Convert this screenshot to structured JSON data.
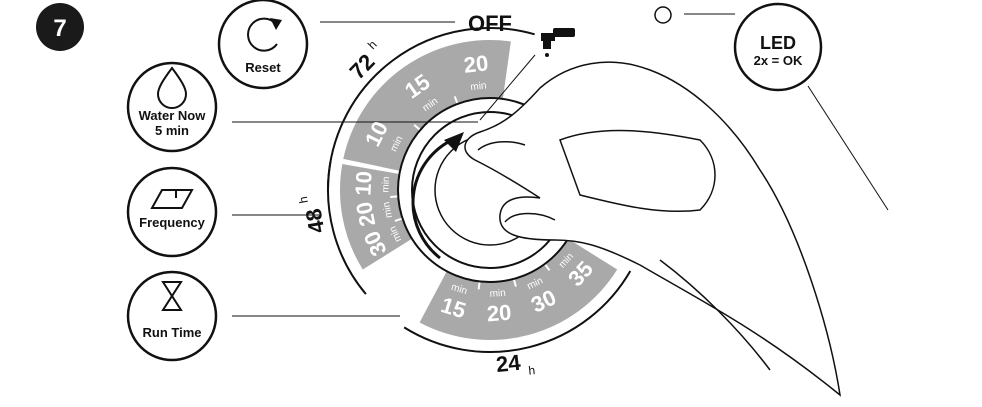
{
  "step": {
    "number": "7"
  },
  "labels": {
    "off": "OFF",
    "led_title": "LED",
    "led_sub": "2x = OK",
    "reset": "Reset",
    "water_now_title": "Water Now",
    "water_now_sub": "5 min",
    "frequency": "Frequency",
    "run_time": "Run Time"
  },
  "dial": {
    "band_72h": {
      "period": "72",
      "period_unit": "h",
      "segments": [
        {
          "value": "10",
          "unit": "min"
        },
        {
          "value": "15",
          "unit": "min"
        },
        {
          "value": "20",
          "unit": "min"
        }
      ]
    },
    "band_48h": {
      "period": "48",
      "period_unit": "h",
      "segments": [
        {
          "value": "30",
          "unit": "min"
        },
        {
          "value": "20",
          "unit": "min"
        },
        {
          "value": "10",
          "unit": "min"
        }
      ]
    },
    "band_24h": {
      "period": "24",
      "period_unit": "h",
      "segments": [
        {
          "value": "15",
          "unit": "min"
        },
        {
          "value": "20",
          "unit": "min"
        },
        {
          "value": "30",
          "unit": "min"
        },
        {
          "value": "35",
          "unit": "min"
        }
      ]
    }
  },
  "colors": {
    "band_fill": "#a9a9a9",
    "line": "#111111",
    "badge_bg": "#1a1a1a"
  },
  "icons": {
    "reset": "reset-arrow-icon",
    "water_now": "water-drop-icon",
    "frequency": "frequency-calendar-icon",
    "run_time": "hourglass-icon",
    "faucet": "faucet-icon",
    "led": "led-indicator-icon"
  }
}
